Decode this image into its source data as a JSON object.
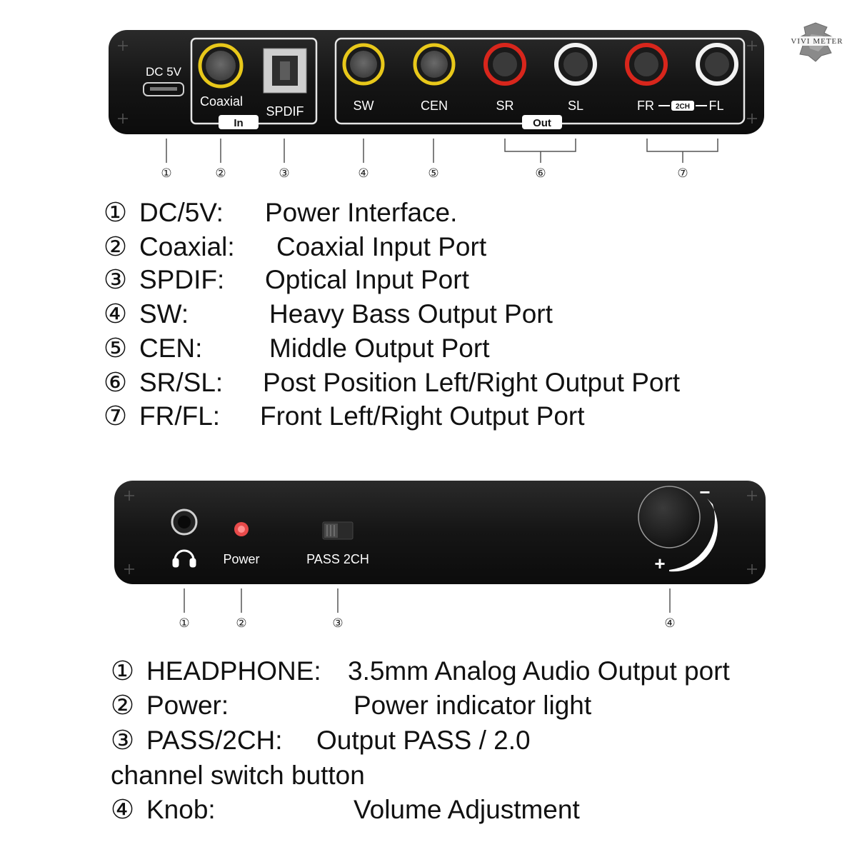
{
  "logo": {
    "text": "VIVI METER"
  },
  "rear_panel": {
    "dc_label": "DC  5V",
    "coaxial_label": "Coaxial",
    "spdif_label": "SPDIF",
    "in_label": "In",
    "out_label": "Out",
    "sw_label": "SW",
    "cen_label": "CEN",
    "sr_label": "SR",
    "sl_label": "SL",
    "fr_label": "FR",
    "fl_label": "FL",
    "twoch_badge": "2CH",
    "callouts": [
      "①",
      "②",
      "③",
      "④",
      "⑤",
      "⑥",
      "⑦"
    ]
  },
  "rear_legend": [
    {
      "num": "①",
      "name": "DC/5V:",
      "desc": "Power Interface."
    },
    {
      "num": "②",
      "name": "Coaxial:",
      "desc": "Coaxial Input Port"
    },
    {
      "num": "③",
      "name": "SPDIF:",
      "desc": "Optical Input Port"
    },
    {
      "num": "④",
      "name": "SW:",
      "desc": "Heavy Bass Output Port"
    },
    {
      "num": "⑤",
      "name": "CEN:",
      "desc": "Middle Output Port"
    },
    {
      "num": "⑥",
      "name": "SR/SL:",
      "desc": "Post Position Left/Right Output Port"
    },
    {
      "num": "⑦",
      "name": "FR/FL:",
      "desc": "Front Left/Right Output Port"
    }
  ],
  "front_panel": {
    "power_label": "Power",
    "pass_label": "PASS  2CH",
    "minus": "−",
    "plus": "+",
    "callouts": [
      "①",
      "②",
      "③",
      "④"
    ]
  },
  "front_legend": [
    {
      "num": "①",
      "name": "HEADPHONE:",
      "desc": "3.5mm Analog Audio Output port"
    },
    {
      "num": "②",
      "name": "Power:",
      "desc": "Power indicator light"
    },
    {
      "num": "③",
      "name": "PASS/2CH:",
      "desc": "Output PASS / 2.0"
    },
    {
      "num": "",
      "name": "channel switch button",
      "desc": ""
    },
    {
      "num": "④",
      "name": "Knob:",
      "desc": "Volume Adjustment"
    }
  ],
  "colors": {
    "panel": "#161616",
    "jack_yellow": "#e8c81a",
    "jack_red": "#d8261c",
    "jack_white": "#f2f2f2",
    "led": "#e84a4a"
  }
}
